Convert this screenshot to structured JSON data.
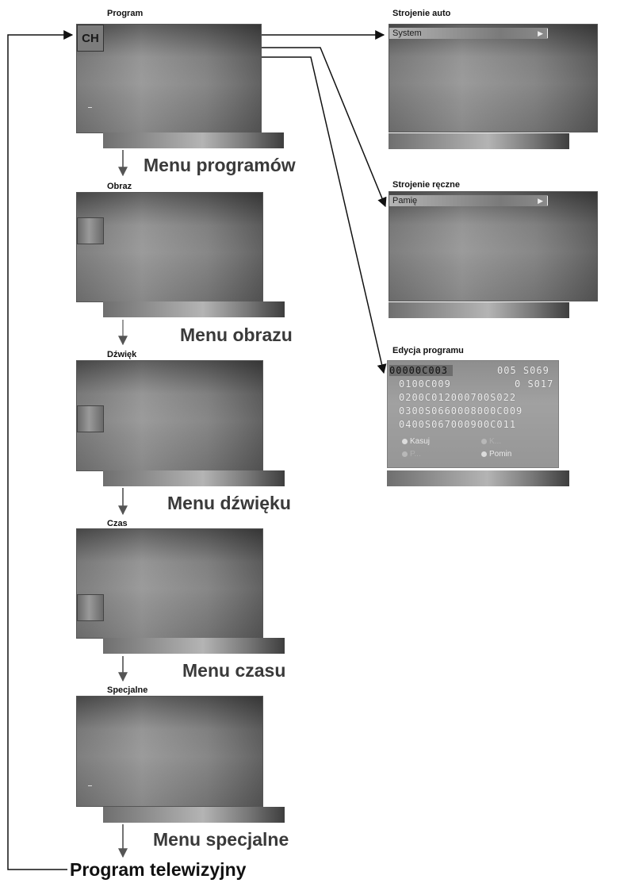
{
  "screens": {
    "program": {
      "title": "Program",
      "icon_text": "CH",
      "label": "Menu programów"
    },
    "obraz": {
      "title": "Obraz",
      "label": "Menu obrazu"
    },
    "dzwiek": {
      "title": "Dźwięk",
      "label": "Menu dźwięku"
    },
    "czas": {
      "title": "Czas",
      "label": "Menu czasu"
    },
    "specjalne": {
      "title": "Specjalne",
      "label": "Menu specjalne"
    }
  },
  "submenus": {
    "strojenie_auto": {
      "title": "Strojenie auto",
      "item": "System"
    },
    "strojenie_reczne": {
      "title": "Strojenie ręczne",
      "item": "Pamię"
    },
    "edycja": {
      "title": "Edycja programu",
      "rows": [
        "00000C003",
        "0100C009",
        "0200C012000700S022",
        "0300S0660008000C009",
        "0400S067000900C011"
      ],
      "row0_tail": "005 S069",
      "row1_tail": "0 S017",
      "legend": {
        "kasuj": "Kasuj",
        "kopiuj": "K...",
        "przesun": "P...",
        "pomin": "Pomin"
      }
    }
  },
  "footer": {
    "label": "Program telewizyjny"
  }
}
